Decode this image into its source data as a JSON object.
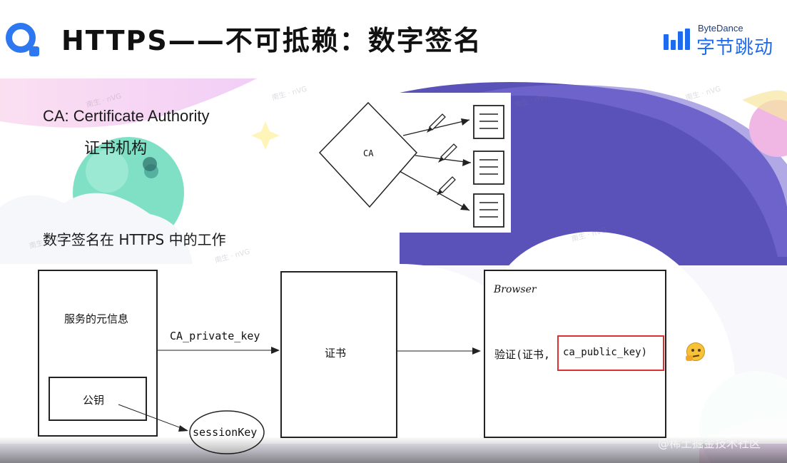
{
  "slide": {
    "title": "HTTPS——不可抵赖：数字签名",
    "brand_en": "ByteDance",
    "brand_cn": "字节跳动",
    "ca_heading": "CA: Certificate Authority",
    "ca_subheading": "证书机构",
    "section_heading": "数字签名在 HTTPS 中的工作"
  },
  "ca_diagram": {
    "center_label": "CA"
  },
  "flow": {
    "server_box": {
      "label": "服务的元信息",
      "inner_label": "公钥"
    },
    "arrow_label": "CA_private_key",
    "cert_box": {
      "label": "证书"
    },
    "browser_box": {
      "title": "Browser",
      "verify_prefix": "验证(证书,",
      "highlight": "ca_public_key)"
    },
    "session_key": "sessionKey",
    "emoji": "🤔"
  },
  "watermark": "@稀土掘金技术社区",
  "colors": {
    "accent_blue": "#2d78f0",
    "highlight_red": "#e03030",
    "blob_purple": "#5a4fb8",
    "blob_teal": "#6fd6c0",
    "blob_pink": "#f3a8d4"
  }
}
